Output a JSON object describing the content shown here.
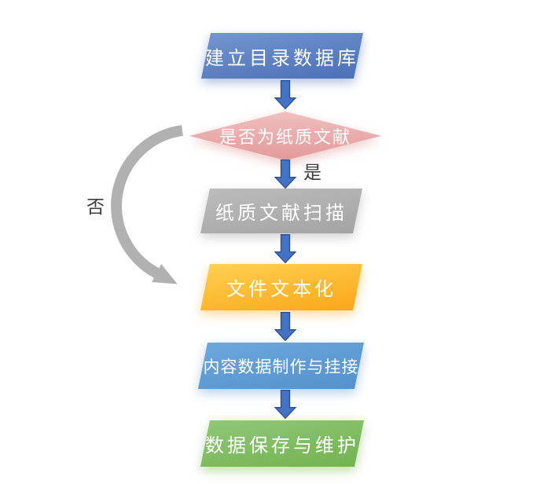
{
  "flowchart": {
    "nodes": [
      {
        "id": "build-catalog-database",
        "shape": "parallelogram",
        "label": "建立目录数据库",
        "color": "#4A6FB6"
      },
      {
        "id": "is-paper-document",
        "shape": "diamond",
        "label": "是否为纸质文献",
        "color": "#E8A7A7"
      },
      {
        "id": "paper-document-scan",
        "shape": "parallelogram",
        "label": "纸质文献扫描",
        "color": "#A6A6A6"
      },
      {
        "id": "file-textualization",
        "shape": "parallelogram",
        "label": "文件文本化",
        "color": "#FAA619"
      },
      {
        "id": "content-data-production-linking",
        "shape": "parallelogram",
        "label": "内容数据制作与挂接",
        "color": "#5B9BD5"
      },
      {
        "id": "data-preservation-maintenance",
        "shape": "parallelogram",
        "label": "数据保存与维护",
        "color": "#72B24F"
      }
    ],
    "edge_labels": {
      "yes": "是",
      "no": "否"
    },
    "colors": {
      "flow_arrow_fill": "#4472C4",
      "flow_arrow_border": "#2F528F",
      "no_branch_arrow": "#B1B1B1",
      "edge_label_text": "#3C3C3C",
      "background": "#FFFFFF"
    }
  }
}
